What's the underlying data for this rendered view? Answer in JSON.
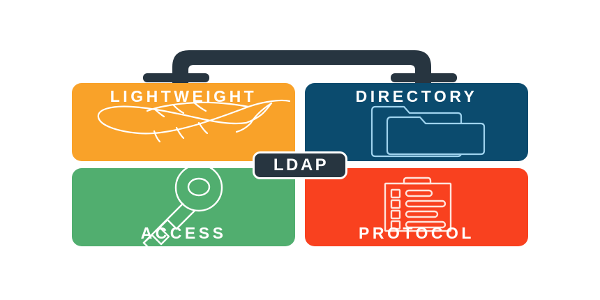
{
  "graphic": {
    "title": "LDAP",
    "subject": "Lightweight Directory Access Protocol briefcase infographic",
    "background_color": "#FFFFFF",
    "center_badge": {
      "label": "LDAP",
      "fill_color": "#273540",
      "border_color": "#FFFFFF",
      "text_color": "#FFFFFF"
    },
    "handle": {
      "name": "briefcase-handle",
      "color": "#273540",
      "brackets": 2,
      "bracket_color": "#273540"
    },
    "panels": [
      {
        "key": "lightweight",
        "label": "LIGHTWEIGHT",
        "label_position": "top",
        "color": "#F9A229",
        "text_color": "#FFFFFF",
        "icon": "feather-icon",
        "icon_color": "#FFFFFF",
        "position": "top-left"
      },
      {
        "key": "directory",
        "label": "DIRECTORY",
        "label_position": "top",
        "color": "#0B4B6E",
        "text_color": "#FFFFFF",
        "icon": "folders-icon",
        "icon_color": "#9FD3EE",
        "position": "top-right"
      },
      {
        "key": "access",
        "label": "ACCESS",
        "label_position": "bottom",
        "color": "#51AE6F",
        "text_color": "#FFFFFF",
        "icon": "key-icon",
        "icon_color": "#FFFFFF",
        "position": "bottom-left"
      },
      {
        "key": "protocol",
        "label": "PROTOCOL",
        "label_position": "bottom",
        "color": "#F9411F",
        "text_color": "#FFFFFF",
        "icon": "clipboard-checklist-icon",
        "icon_color": "#FFE4DC",
        "position": "bottom-right"
      }
    ]
  }
}
